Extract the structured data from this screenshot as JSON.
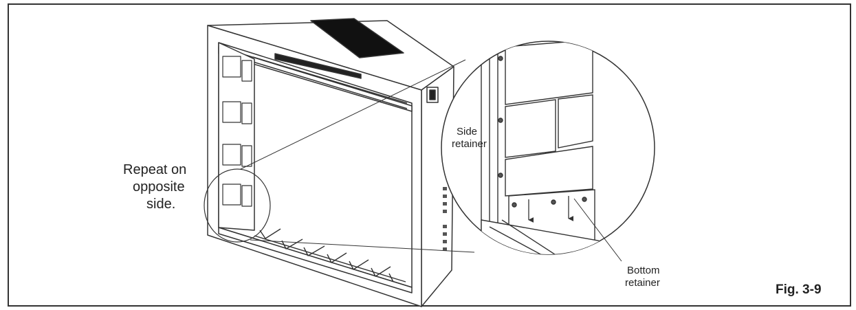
{
  "figure": {
    "label": "Fig. 3-9",
    "note_line1": "Repeat on",
    "note_line2": "opposite",
    "note_line3": "side.",
    "callouts": {
      "side_line1": "Side",
      "side_line2": "retainer",
      "bottom_line1": "Bottom",
      "bottom_line2": "retainer"
    }
  }
}
